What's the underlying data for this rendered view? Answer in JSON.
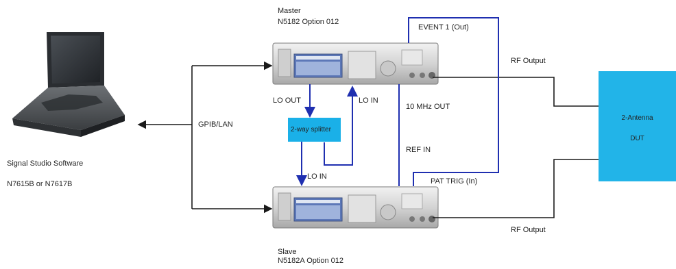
{
  "master": {
    "title": "Master",
    "model": "N5182 Option 012"
  },
  "slave": {
    "title": "Slave",
    "model": "N5182A Option 012"
  },
  "software": {
    "name": "Signal Studio Software",
    "models": "N7615B or N7617B"
  },
  "links": {
    "gpib_lan": "GPIB/LAN",
    "lo_out": "LO OUT",
    "lo_in_master": "LO IN",
    "lo_in_slave": "LO IN",
    "ten_mhz_out": "10 MHz OUT",
    "ref_in": "REF IN",
    "event1_out": "EVENT 1 (Out)",
    "pat_trig_in": "PAT TRIG (In)",
    "rf_output_master": "RF Output",
    "rf_output_slave": "RF Output"
  },
  "splitter": {
    "label": "2-way splitter"
  },
  "dut": {
    "line1": "2-Antenna",
    "line2": "DUT"
  },
  "colors": {
    "blue_cable": "#1f2fb0",
    "splitter": "#1ab0e8",
    "dut": "#22b4e8",
    "black_cable": "#1a1a1a"
  }
}
